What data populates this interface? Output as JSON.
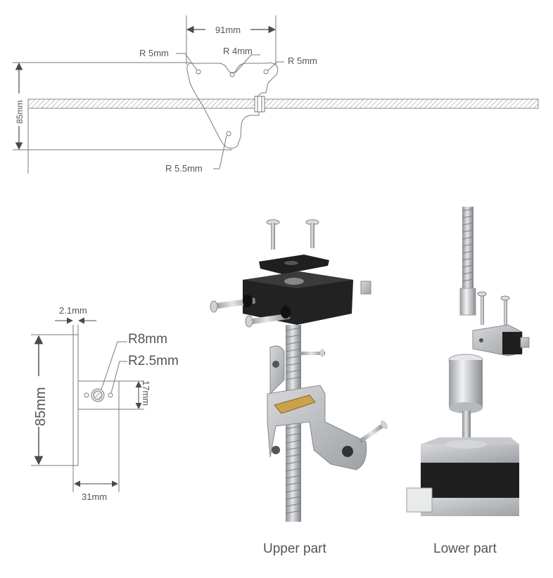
{
  "top_drawing": {
    "width_label": "91mm",
    "radius_left": "R 5mm",
    "radius_mid": "R 4mm",
    "radius_right": "R 5mm",
    "radius_bottom": "R 5.5mm",
    "height_label": "85mm"
  },
  "side_drawing": {
    "thickness_label": "2.1mm",
    "radius_big": "R8mm",
    "radius_small": "R2.5mm",
    "height_label": "85mm",
    "small_height_label": "17mm",
    "width_label": "31mm"
  },
  "captions": {
    "upper": "Upper part",
    "lower": "Lower part"
  },
  "colors": {
    "line": "#7a7a7a",
    "metal": "#b9bcc0",
    "black_part": "#1f1f1f",
    "brass": "#c9a24a"
  }
}
